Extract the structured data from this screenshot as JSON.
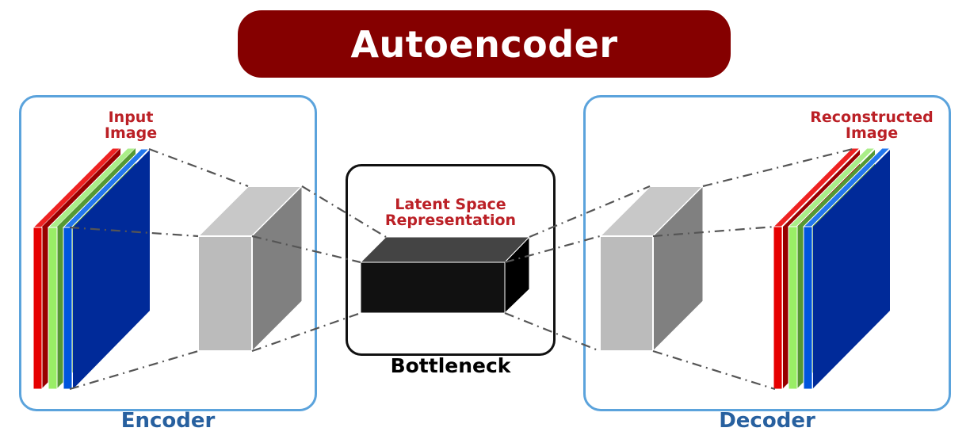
{
  "title": "Autoencoder",
  "encoder": {
    "label": "Encoder",
    "input_caption_line1": "Input",
    "input_caption_line2": "Image"
  },
  "bottleneck": {
    "label": "Bottleneck",
    "caption_line1": "Latent Space",
    "caption_line2": "Representation"
  },
  "decoder": {
    "label": "Decoder",
    "output_caption_line1": "Reconstructed",
    "output_caption_line2": "Image"
  },
  "colors": {
    "title_bg": "#850000",
    "panel_border": "#5ba3dc",
    "section_label": "#27609f",
    "caption_text": "#bb2026",
    "channel_red": "#e60000",
    "channel_green": "#99ee66",
    "channel_blue": "#0055dd",
    "image_face": "#002a99",
    "hidden_block_front": "#bbbbbb",
    "hidden_block_side": "#808080",
    "latent_block_front": "#111111",
    "latent_block_top": "#444444"
  }
}
